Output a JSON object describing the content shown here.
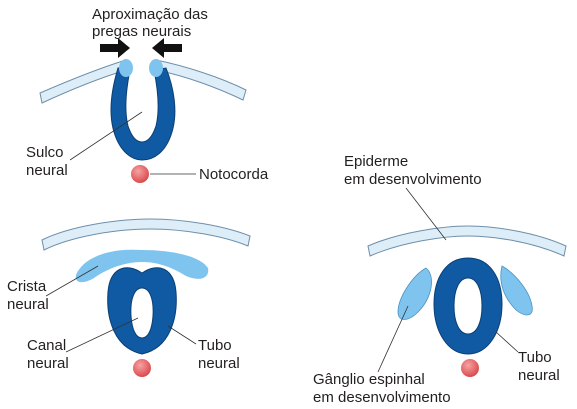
{
  "labels": {
    "approx_line1": "Aproximação das",
    "approx_line2": "pregas neurais",
    "sulco_line1": "Sulco",
    "sulco_line2": "neural",
    "notocorda": "Notocorda",
    "crista_line1": "Crista",
    "crista_line2": "neural",
    "canal_line1": "Canal",
    "canal_line2": "neural",
    "tubo_mid_line1": "Tubo",
    "tubo_mid_line2": "neural",
    "epiderme_line1": "Epiderme",
    "epiderme_line2": "em desenvolvimento",
    "ganglio_line1": "Gânglio espinhal",
    "ganglio_line2": "em desenvolvimento",
    "tubo_right_line1": "Tubo",
    "tubo_right_line2": "neural"
  },
  "colors": {
    "neural_dark": "#0f5aa3",
    "neural_light": "#7fc4ee",
    "epidermis_fill": "#deeef8",
    "epidermis_stroke": "#6e8faa",
    "notochord": "#e4555a",
    "arrow": "#111111"
  }
}
